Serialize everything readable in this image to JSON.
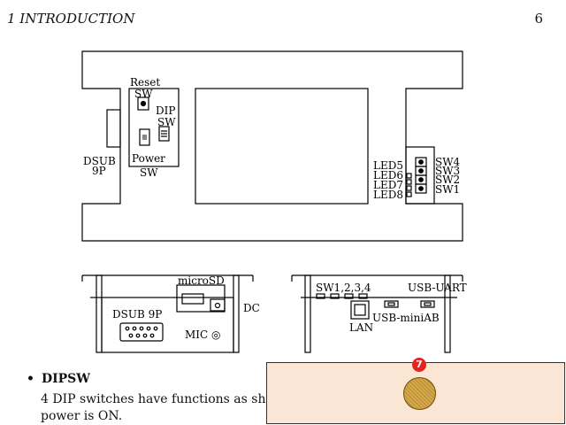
{
  "header": {
    "section": "1   INTRODUCTION",
    "page_number": "6"
  },
  "top_view": {
    "reset_label_1": "Reset",
    "reset_label_2": "SW",
    "dip_label_1": "DIP",
    "dip_label_2": "SW",
    "power_label_1": "Power",
    "power_label_2": "SW",
    "dsub_label_1": "DSUB",
    "dsub_label_2": "9P",
    "leds": [
      "LED5",
      "LED6",
      "LED7",
      "LED8"
    ],
    "switches": [
      "SW4",
      "SW3",
      "SW2",
      "SW1"
    ]
  },
  "front_view": {
    "microsd": "microSD",
    "dc": "DC",
    "dsub": "DSUB 9P",
    "mic": "MIC ◎"
  },
  "rear_view": {
    "sw_group": "SW1,2,3,4",
    "usb_uart": "USB-UART",
    "usb_miniab": "USB-miniAB",
    "lan": "LAN"
  },
  "section": {
    "title": "DIPSW",
    "line1": "4 DIP switches have functions as shown",
    "line2": "power is ON."
  },
  "overlay": {
    "badge": "7"
  }
}
